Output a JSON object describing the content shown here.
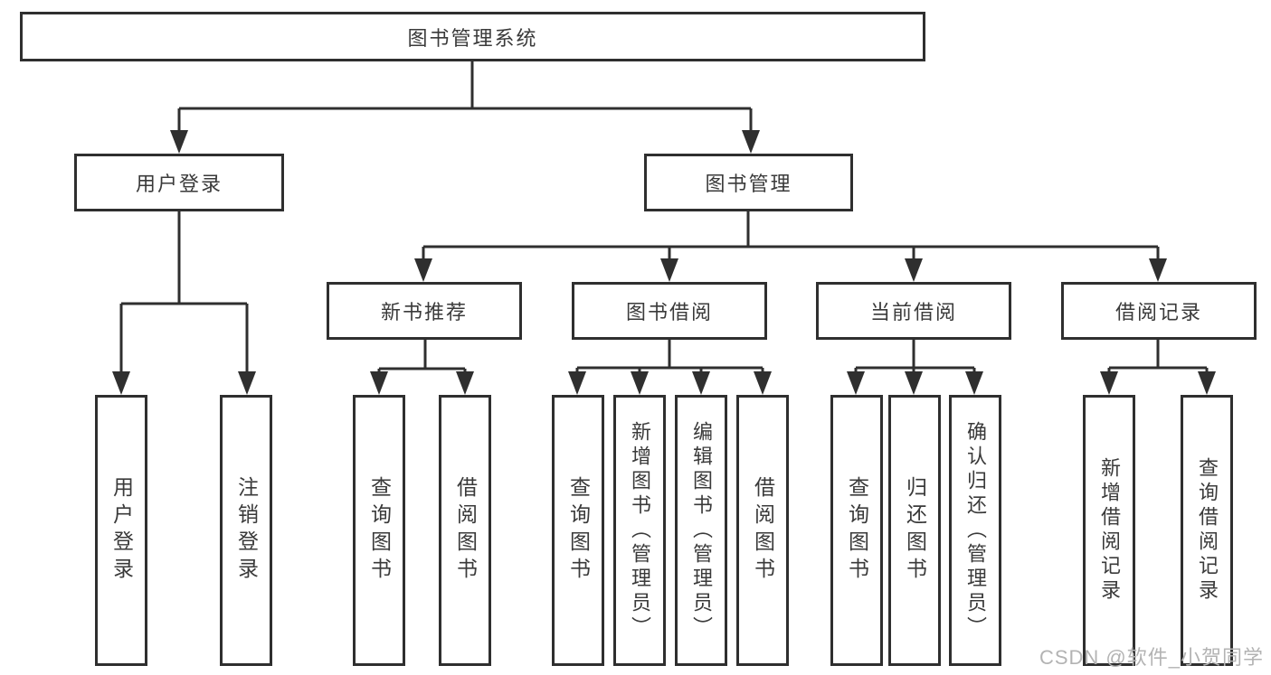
{
  "page": {
    "watermark": "CSDN @软件_小贺同学"
  },
  "diagram": {
    "type": "hierarchy-tree",
    "colors": {
      "line": "#2f2f2f",
      "text": "#3a3a3a",
      "box_fill": "#ffffff",
      "watermark": "#b3b3b3"
    },
    "root": {
      "label": "图书管理系统"
    },
    "branches": [
      {
        "label": "用户登录",
        "children": [
          {
            "label": "用户登录"
          },
          {
            "label": "注销登录"
          }
        ]
      },
      {
        "label": "图书管理",
        "children": [
          {
            "label": "新书推荐",
            "children": [
              {
                "label": "查询图书"
              },
              {
                "label": "借阅图书"
              }
            ]
          },
          {
            "label": "图书借阅",
            "children": [
              {
                "label": "查询图书"
              },
              {
                "label": "新增图书（管理员）"
              },
              {
                "label": "编辑图书（管理员）"
              },
              {
                "label": "借阅图书"
              }
            ]
          },
          {
            "label": "当前借阅",
            "children": [
              {
                "label": "查询图书"
              },
              {
                "label": "归还图书"
              },
              {
                "label": "确认归还（管理员）"
              }
            ]
          },
          {
            "label": "借阅记录",
            "children": [
              {
                "label": "新增借阅记录"
              },
              {
                "label": "查询借阅记录"
              }
            ]
          }
        ]
      }
    ]
  }
}
